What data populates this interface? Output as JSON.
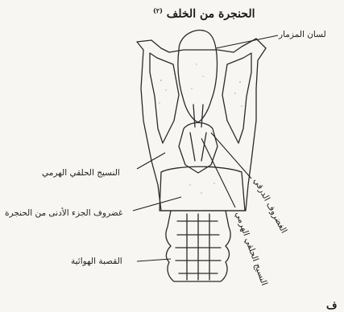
{
  "figure": {
    "title": "الحنجرة من الخلف",
    "title_note": "(٢)",
    "corner_mark": "ف"
  },
  "labels": {
    "epiglottis": "لسان المزمار",
    "left_muscle": "النسيج الحلقي الهرمي",
    "arytenoid_cartilage": "الغضروف الدرقي",
    "cricoid_cartilage": "غضروف الجزء الأدنى من الحنجرة",
    "posterior_muscle": "النسيج الحلقي الهرمي",
    "trachea": "القصبة الهوائية"
  }
}
